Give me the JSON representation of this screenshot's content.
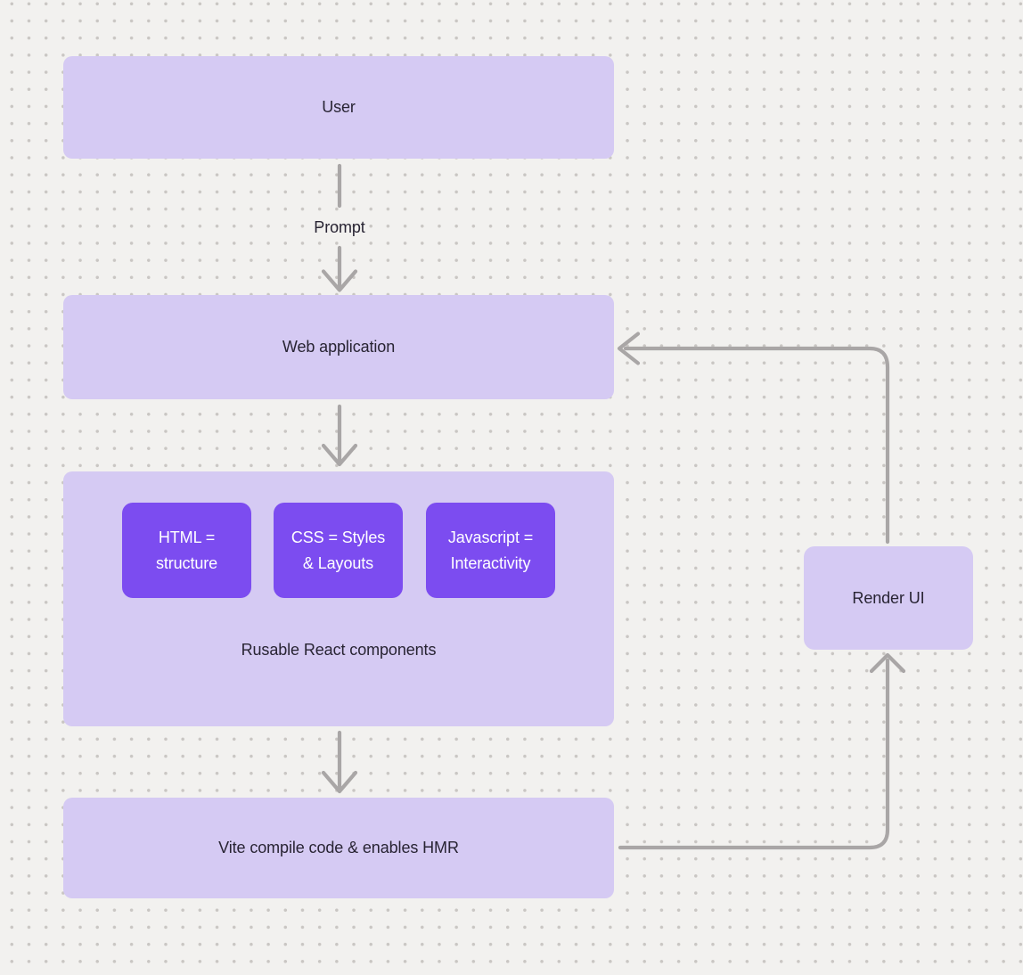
{
  "colors": {
    "background": "#f2f1ef",
    "dot": "#c9c6c3",
    "node_fill_light": "#d5caf3",
    "node_fill_dark": "#7c4cf0",
    "text_dark": "#282433",
    "text_light": "#ffffff",
    "connector": "#a9a6a6"
  },
  "nodes": {
    "user": {
      "label": "User"
    },
    "web_application": {
      "label": "Web application"
    },
    "components_group": {
      "caption": "Rusable React components",
      "children": [
        {
          "label": "HTML = structure"
        },
        {
          "label": "CSS = Styles & Layouts"
        },
        {
          "label": "Javascript = Interactivity"
        }
      ]
    },
    "vite": {
      "label": "Vite compile code & enables HMR"
    },
    "render_ui": {
      "label": "Render UI"
    }
  },
  "edges": {
    "user_to_web_label": "Prompt"
  }
}
